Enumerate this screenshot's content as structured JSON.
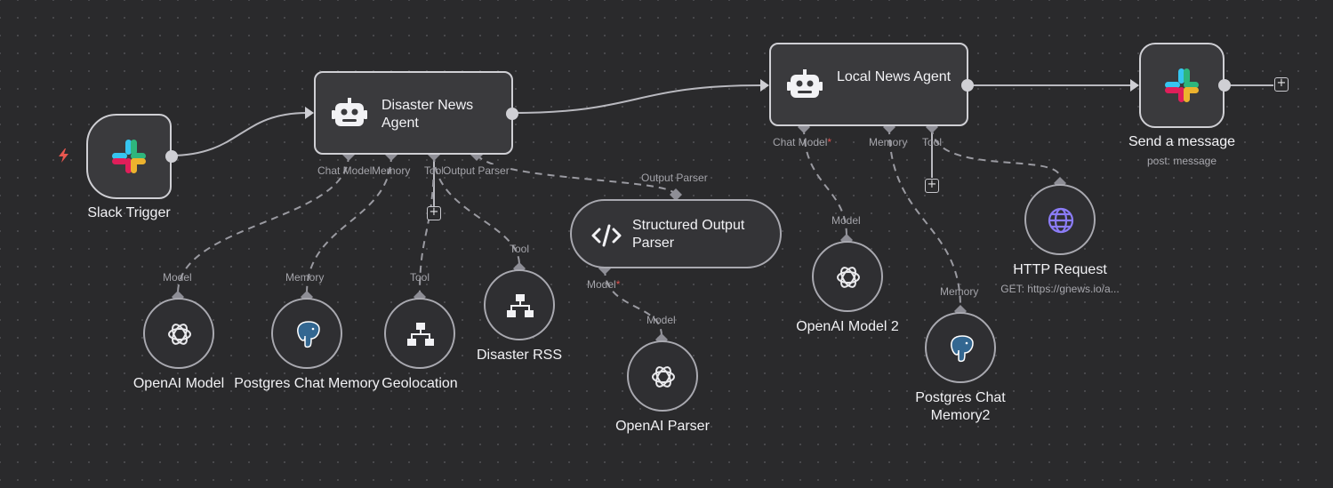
{
  "nodes": {
    "slack_trigger": {
      "label": "Slack Trigger",
      "icon": "slack-icon"
    },
    "disaster_agent": {
      "title": "Disaster News Agent",
      "icon": "robot-icon",
      "ports": {
        "chat_model": "Chat Model",
        "memory": "Memory",
        "tool": "Tool",
        "output_parser": "Output Parser"
      }
    },
    "local_agent": {
      "title": "Local News Agent",
      "icon": "robot-icon",
      "ports": {
        "chat_model": "Chat Model",
        "memory": "Memory",
        "tool": "Tool"
      }
    },
    "send_message": {
      "label": "Send a message",
      "subtitle": "post: message",
      "icon": "slack-icon"
    },
    "structured_parser": {
      "title": "Structured Output Parser",
      "icon": "code-icon",
      "ports": {
        "model": "Model",
        "output_parser_in": "Output Parser"
      }
    },
    "openai_model": {
      "label": "OpenAI Model",
      "port": "Model",
      "icon": "openai-icon"
    },
    "postgres_memory": {
      "label": "Postgres Chat Memory",
      "port": "Memory",
      "icon": "postgres-icon"
    },
    "geolocation": {
      "label": "Geolocation",
      "port": "Tool",
      "icon": "network-icon"
    },
    "disaster_rss": {
      "label": "Disaster RSS",
      "port": "Tool",
      "icon": "network-icon"
    },
    "openai_parser": {
      "label": "OpenAI Parser",
      "port": "Model",
      "icon": "openai-icon"
    },
    "openai_model_2": {
      "label": "OpenAI Model 2",
      "port": "Model",
      "icon": "openai-icon"
    },
    "postgres_memory_2": {
      "label": "Postgres Chat Memory2",
      "port": "Memory",
      "icon": "postgres-icon"
    },
    "http_request": {
      "label": "HTTP Request",
      "subtitle": "GET: https://gnews.io/a...",
      "port": "",
      "icon": "globe-icon"
    }
  },
  "required_marker": "*",
  "plus_symbol": "+",
  "colors": {
    "canvas": "#2a2a2c",
    "node_border": "#cfcfd4",
    "wire": "#b9b9bf",
    "trigger_bolt": "#e8574f",
    "required": "#e2524f",
    "globe": "#8b7cf6"
  }
}
